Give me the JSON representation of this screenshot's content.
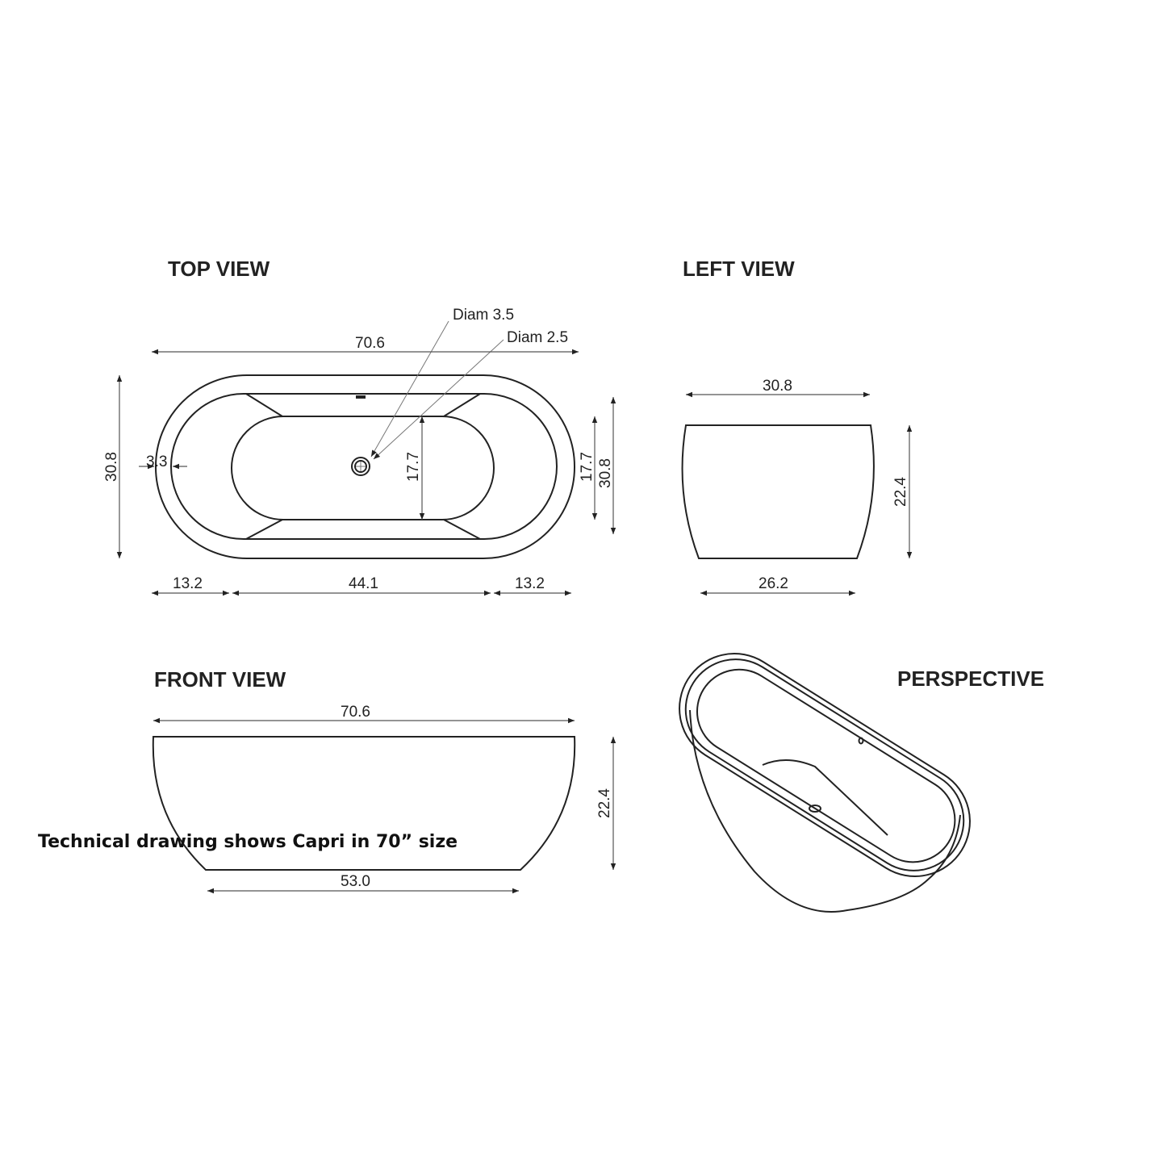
{
  "views": {
    "top": {
      "title": "TOP VIEW",
      "overall_length": "70.6",
      "overall_width": "30.8",
      "rim_width": "3.3",
      "inner_width": "17.7",
      "inner_width_right": "17.7",
      "width_right": "30.8",
      "end_left": "13.2",
      "center_length": "44.1",
      "end_right": "13.2",
      "drain_outer": "Diam 3.5",
      "drain_inner": "Diam 2.5"
    },
    "left": {
      "title": "LEFT VIEW",
      "top_width": "30.8",
      "base_width": "26.2",
      "height": "22.4"
    },
    "front": {
      "title": "FRONT VIEW",
      "top_length": "70.6",
      "base_length": "53.0",
      "height": "22.4"
    },
    "perspective": {
      "title": "PERSPECTIVE"
    }
  },
  "caption": "Technical drawing shows Capri in 70” size"
}
